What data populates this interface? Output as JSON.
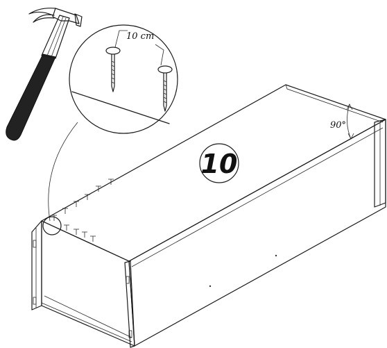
{
  "diagram": {
    "step_number": "10",
    "measurement_label": "10  cm",
    "angle_label": "90°"
  },
  "colors": {
    "line": "#1b1b1b",
    "background": "#ffffff",
    "handle": "#222222"
  },
  "icons": {
    "tool": "hammer-icon",
    "fastener": "nail-icon"
  }
}
